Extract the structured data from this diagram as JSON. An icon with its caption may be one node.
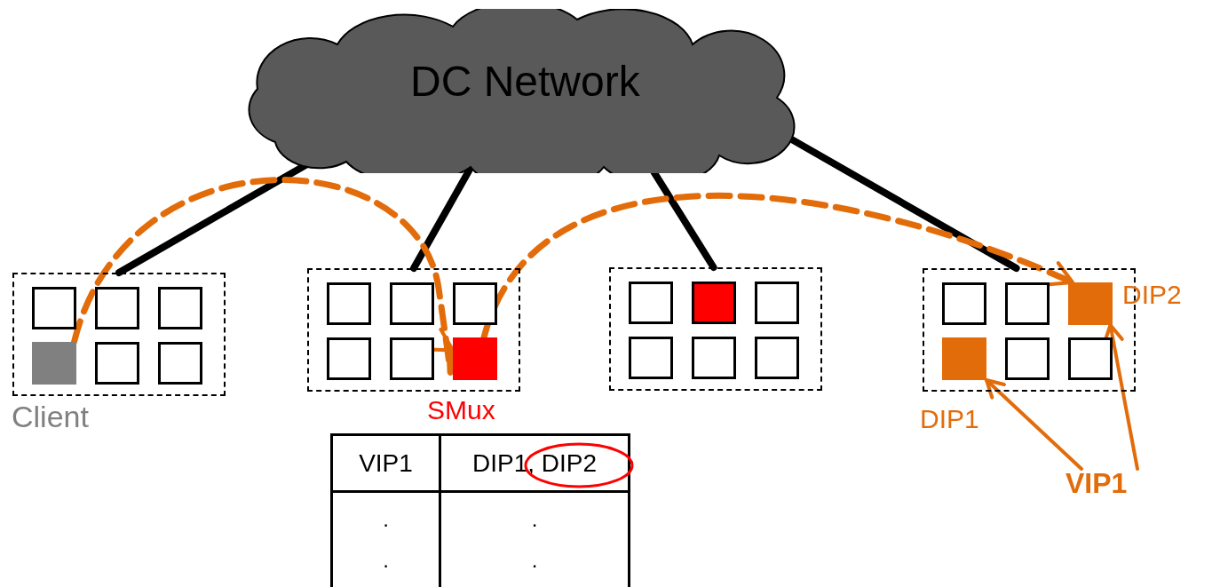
{
  "diagram": {
    "nodes": [
      {
        "text": [
          "DC Network"
        ]
      },
      {
        "text": [],
        "shape": "box"
      },
      {
        "text": [],
        "shape": "box",
        "in": 1
      },
      {
        "text": [],
        "shape": "box",
        "in": 1
      },
      {
        "text": [],
        "shape": "box",
        "in": 1
      },
      {
        "text": [],
        "shape": "box",
        "in": 1,
        "beside": [
          "Client"
        ]
      },
      {
        "text": [],
        "shape": "box",
        "in": 1
      },
      {
        "text": [],
        "shape": "box",
        "in": 1
      },
      {
        "text": [],
        "shape": "box"
      },
      {
        "text": [],
        "shape": "box",
        "in": 8
      },
      {
        "text": [],
        "shape": "box",
        "in": 8
      },
      {
        "text": [],
        "shape": "box",
        "in": 8
      },
      {
        "text": [],
        "shape": "box",
        "in": 8
      },
      {
        "text": [],
        "shape": "box",
        "in": 8
      },
      {
        "text": [],
        "shape": "box",
        "in": 8,
        "beside": [
          "SMux"
        ]
      },
      {
        "text": [],
        "shape": "box"
      },
      {
        "text": [],
        "shape": "box",
        "in": 15
      },
      {
        "text": [],
        "shape": "box",
        "in": 15
      },
      {
        "text": [],
        "shape": "box",
        "in": 15
      },
      {
        "text": [],
        "shape": "box",
        "in": 15
      },
      {
        "text": [],
        "shape": "box",
        "in": 15
      },
      {
        "text": [],
        "shape": "box",
        "in": 15
      },
      {
        "text": [],
        "shape": "box"
      },
      {
        "text": [],
        "shape": "box",
        "in": 22
      },
      {
        "text": [],
        "shape": "box",
        "in": 22
      },
      {
        "text": [],
        "shape": "box",
        "in": 22,
        "beside": [
          "DIP2"
        ]
      },
      {
        "text": [],
        "shape": "box",
        "in": 22,
        "beside": [
          "DIP1"
        ]
      },
      {
        "text": [],
        "shape": "box",
        "in": 22
      },
      {
        "text": [],
        "shape": "box",
        "in": 22
      },
      {
        "text": [
          "VIP1"
        ]
      }
    ],
    "edges": [
      {
        "from": 0,
        "to": 1,
        "arrow": "none"
      },
      {
        "from": 0,
        "to": 8,
        "arrow": "none"
      },
      {
        "from": 0,
        "to": 15,
        "arrow": "none"
      },
      {
        "from": 0,
        "to": 22,
        "arrow": "none"
      },
      {
        "from": 5,
        "to": 14,
        "arrow": "to",
        "style": "dashed",
        "color": "#e36c0a"
      },
      {
        "from": 14,
        "to": 25,
        "arrow": "to",
        "style": "dashed",
        "color": "#e36c0a"
      },
      {
        "from": 29,
        "to": 26,
        "arrow": "to",
        "color": "#e36c0a"
      },
      {
        "from": 29,
        "to": 25,
        "arrow": "to",
        "color": "#e36c0a"
      }
    ],
    "labels": [
      "VIP1",
      "DIP1, DIP2",
      ".",
      ".",
      ".",
      "."
    ]
  }
}
